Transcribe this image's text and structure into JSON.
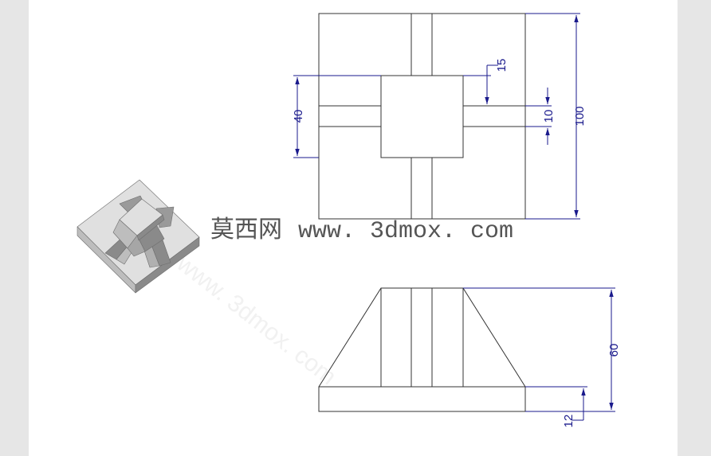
{
  "drawing": {
    "line_color": "#333333",
    "dimension_color": "#1a1a8c",
    "top_view": {
      "dimensions": [
        {
          "id": "dim-15",
          "label": "15"
        },
        {
          "id": "dim-40",
          "label": "40"
        },
        {
          "id": "dim-10",
          "label": "10"
        },
        {
          "id": "dim-100",
          "label": "100"
        }
      ]
    },
    "front_view": {
      "dimensions": [
        {
          "id": "dim-60",
          "label": "60"
        },
        {
          "id": "dim-12",
          "label": "12"
        }
      ]
    },
    "isometric_view": {
      "face_light": "#e0e0e0",
      "face_mid": "#bdbdbd",
      "face_dark": "#8a8a8a"
    }
  },
  "watermark": {
    "chinese": "莫西网",
    "url": "www. 3dmox. com"
  }
}
